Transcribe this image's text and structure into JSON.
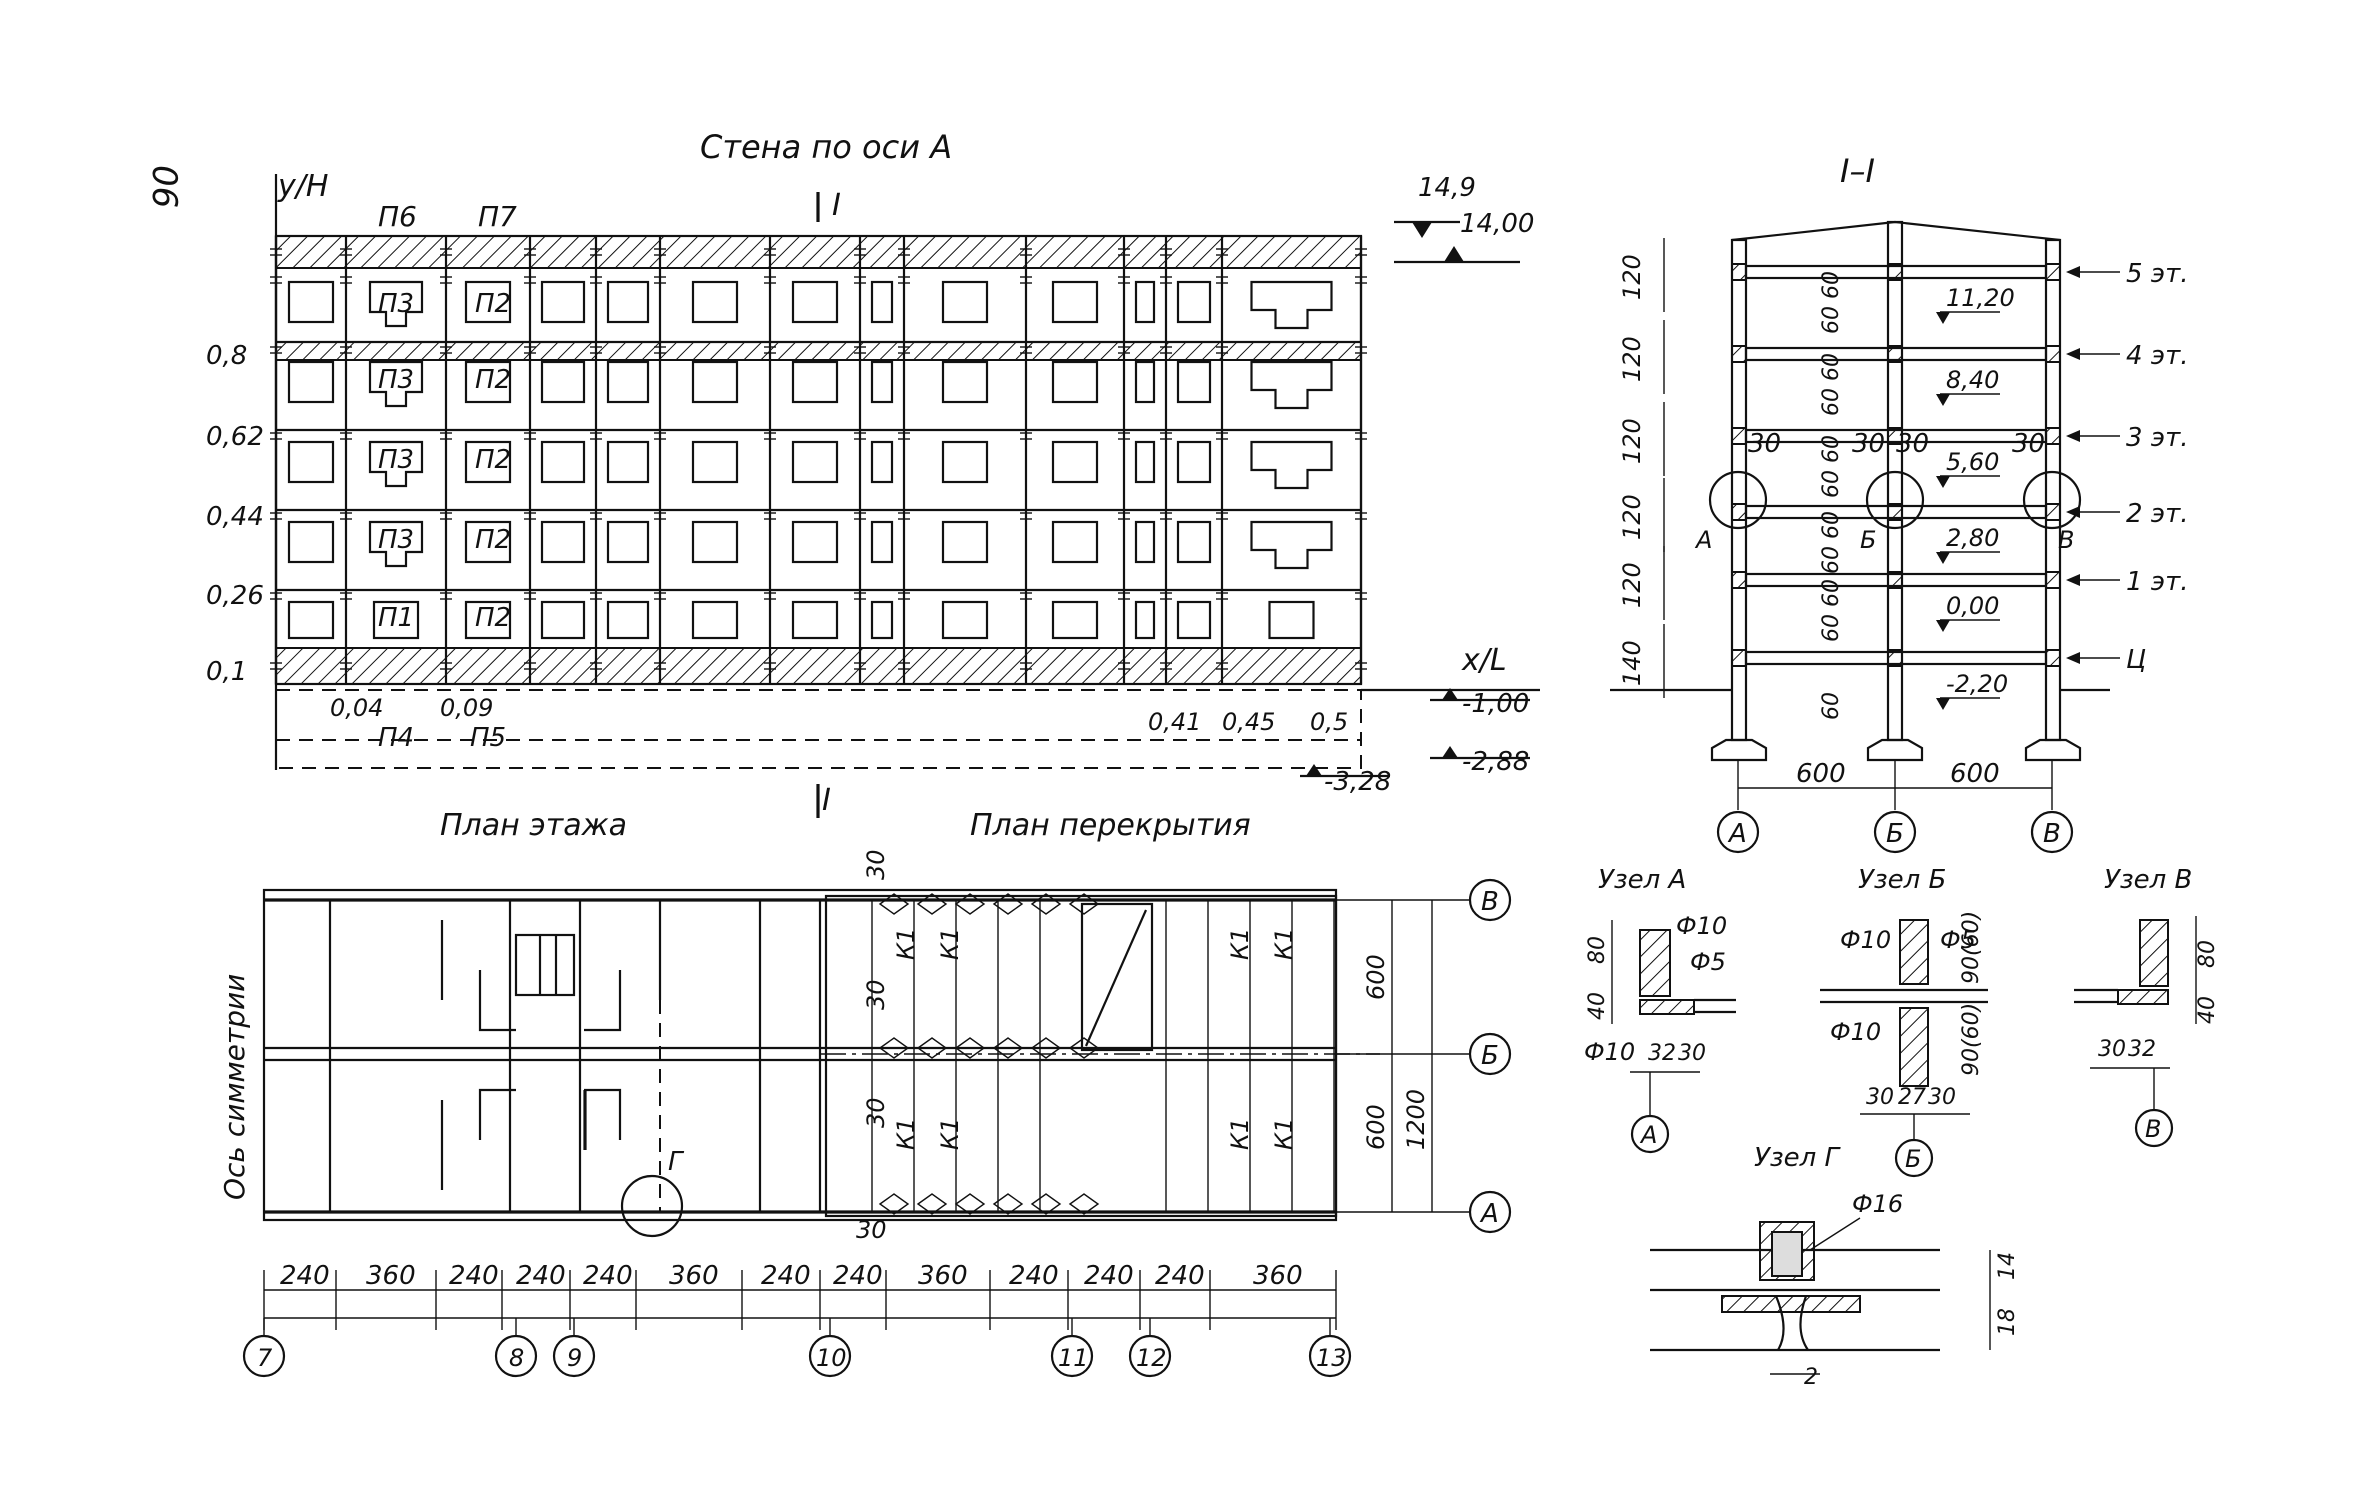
{
  "page_number": "06",
  "wall": {
    "title": "Стена по оси А",
    "y_axis_label": "y/H",
    "x_axis_label": "x/L",
    "section_mark": "I",
    "y_ticks": [
      "0,8",
      "0,62",
      "0,44",
      "0,26",
      "0,1"
    ],
    "x_ticks": [
      "0,04",
      "0,09",
      "0,41",
      "0,45",
      "0,5"
    ],
    "panel_labels_top": [
      "П6",
      "П7"
    ],
    "panel_labels_col1": [
      "П3",
      "П3",
      "П3",
      "П3",
      "П1"
    ],
    "panel_labels_col2": [
      "П2",
      "П2",
      "П2",
      "П2",
      "П2"
    ],
    "foundation_labels": [
      "П4",
      "П5"
    ],
    "levels": [
      "14,9",
      "14,00",
      "-1,00",
      "-2,88",
      "-3,28"
    ]
  },
  "section": {
    "title": "I–I",
    "floors": [
      "5 эт.",
      "4 эт.",
      "3 эт.",
      "2 эт.",
      "1 эт.",
      "Ц"
    ],
    "heights_left": [
      "120",
      "120",
      "120",
      "120",
      "120",
      "140"
    ],
    "heights_mid": [
      "60 60",
      "60 60",
      "60 60",
      "60 60",
      "60 60",
      "60"
    ],
    "elevations": [
      "11,20",
      "8,40",
      "5,60",
      "2,80",
      "0,00",
      "-2,20"
    ],
    "dims_30": [
      "30",
      "30",
      "30",
      "30"
    ],
    "spans": [
      "600",
      "600"
    ],
    "axes": [
      "А",
      "Б",
      "В"
    ],
    "node_marks": [
      "А",
      "Б",
      "В"
    ]
  },
  "plan": {
    "floor_title": "План этажа",
    "slab_title": "План перекрытия",
    "symmetry": "Ось симметрии",
    "node_mark": "Г",
    "slab_label": "К1",
    "dim_30": "30",
    "widths": [
      "600",
      "600",
      "1200"
    ],
    "axes_right": [
      "В",
      "Б",
      "А"
    ],
    "bottom_dims": [
      "240",
      "360",
      "240",
      "240",
      "240",
      "360",
      "240",
      "240",
      "360",
      "240",
      "240",
      "240",
      "360"
    ],
    "bottom_axes": [
      "7",
      "8",
      "9",
      "10",
      "11",
      "12",
      "13"
    ]
  },
  "nodes": {
    "a": {
      "title": "Узел А",
      "rebar": [
        "Ф10",
        "Ф5",
        "Ф10"
      ],
      "dims": [
        "40",
        "80",
        "32",
        "30"
      ],
      "axis": "А"
    },
    "b": {
      "title": "Узел Б",
      "rebar": [
        "Ф10",
        "Ф5",
        "Ф10"
      ],
      "dims": [
        "90(60)",
        "90(60)",
        "30",
        "27",
        "30"
      ],
      "axis": "Б"
    },
    "v": {
      "title": "Узел В",
      "dims": [
        "40",
        "80",
        "30",
        "32"
      ],
      "axis": "В"
    },
    "g": {
      "title": "Узел Г",
      "rebar": "Ф16",
      "dims": [
        "14",
        "18",
        "2"
      ]
    }
  }
}
